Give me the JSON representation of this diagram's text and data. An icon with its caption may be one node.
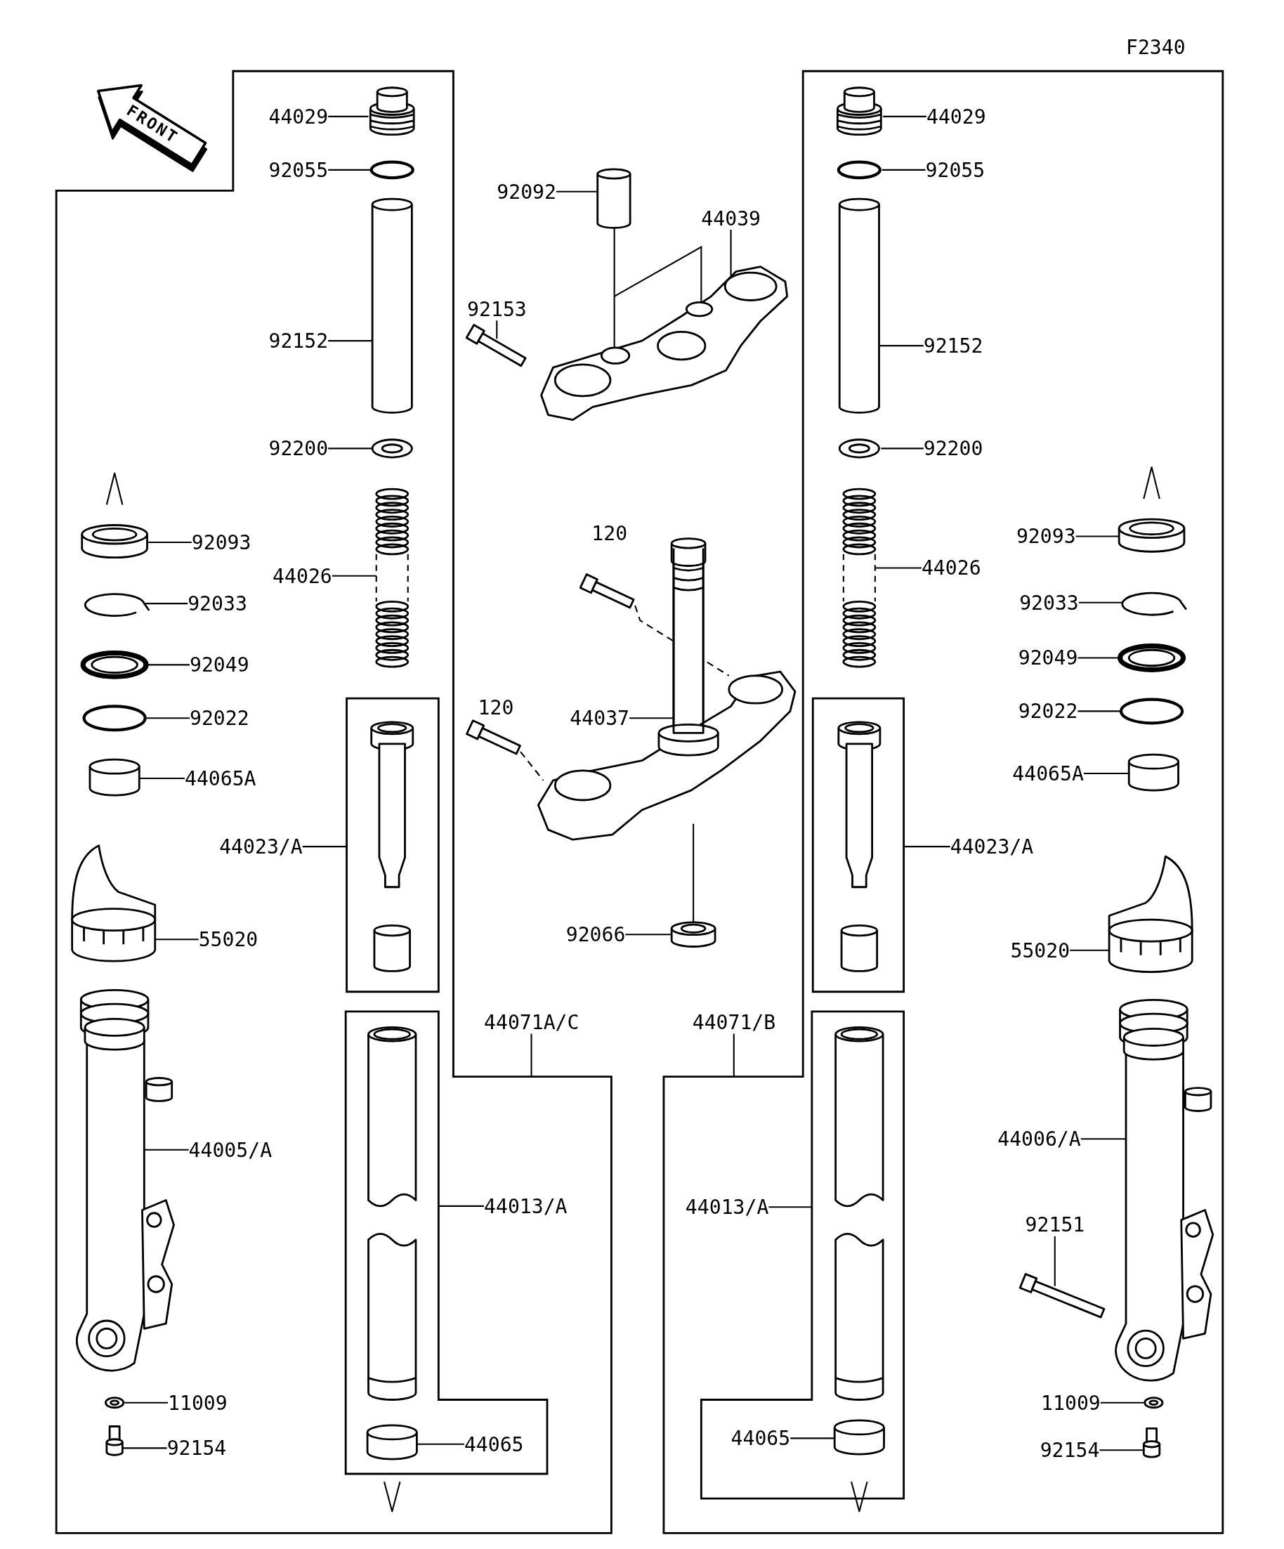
{
  "diagram": {
    "nodes": [
      {
        "text": [],
        "shape": "box"
      },
      {
        "text": [],
        "shape": "box"
      },
      {
        "text": [],
        "shape": "box",
        "in": 0
      },
      {
        "text": [],
        "shape": "box",
        "in": 0
      },
      {
        "text": [],
        "shape": "box",
        "in": 1
      },
      {
        "text": [],
        "shape": "box",
        "in": 1
      },
      {
        "text": [
          "44029"
        ],
        "in": 0
      },
      {
        "text": [
          "92055"
        ],
        "in": 0
      },
      {
        "text": [
          "92092"
        ]
      },
      {
        "text": [
          "44039"
        ]
      },
      {
        "text": [
          "44029"
        ],
        "in": 1
      },
      {
        "text": [
          "92055"
        ],
        "in": 1
      },
      {
        "text": [
          "92153"
        ]
      },
      {
        "text": [
          "92152"
        ],
        "in": 0
      },
      {
        "text": [
          "92152"
        ],
        "in": 1
      },
      {
        "text": [
          "92200"
        ],
        "in": 0
      },
      {
        "text": [
          "92200"
        ],
        "in": 1
      },
      {
        "text": [
          "92093"
        ],
        "in": 0
      },
      {
        "text": [
          "92093"
        ],
        "in": 1
      },
      {
        "text": [
          "44026"
        ],
        "in": 0
      },
      {
        "text": [
          "44026"
        ],
        "in": 1
      },
      {
        "text": [
          "92033"
        ],
        "in": 0
      },
      {
        "text": [
          "92033"
        ],
        "in": 1
      },
      {
        "text": [
          "92049"
        ],
        "in": 0
      },
      {
        "text": [
          "92049"
        ],
        "in": 1
      },
      {
        "text": [
          "92022"
        ],
        "in": 0
      },
      {
        "text": [
          "92022"
        ],
        "in": 1
      },
      {
        "text": [
          "44037"
        ]
      },
      {
        "text": [
          "44065A"
        ],
        "in": 0
      },
      {
        "text": [
          "44065A"
        ],
        "in": 1
      },
      {
        "text": [
          "44023/A"
        ],
        "in": 0
      },
      {
        "text": [
          "44023/A"
        ],
        "in": 1
      },
      {
        "text": [
          "92066"
        ]
      },
      {
        "text": [
          "55020"
        ],
        "in": 0
      },
      {
        "text": [
          "55020"
        ],
        "in": 1
      },
      {
        "text": [
          "44071A/C"
        ]
      },
      {
        "text": [
          "44071/B"
        ]
      },
      {
        "text": [
          "44006/A"
        ],
        "in": 1
      },
      {
        "text": [
          "44005/A"
        ],
        "in": 0
      },
      {
        "text": [
          "44013/A"
        ],
        "in": 0
      },
      {
        "text": [
          "44013/A"
        ],
        "in": 1
      },
      {
        "text": [
          "92151"
        ],
        "in": 1
      },
      {
        "text": [
          "11009"
        ],
        "in": 0
      },
      {
        "text": [
          "11009"
        ],
        "in": 1
      },
      {
        "text": [
          "44065"
        ],
        "in": 5
      },
      {
        "text": [
          "44065"
        ],
        "in": 3
      },
      {
        "text": [
          "92154"
        ],
        "in": 0
      },
      {
        "text": [
          "92154"
        ],
        "in": 1
      },
      {
        "text": [],
        "shape": "picture",
        "in": 0
      },
      {
        "text": [],
        "shape": "circle",
        "in": 0
      },
      {
        "text": [],
        "shape": "cylinder",
        "in": 0
      },
      {
        "text": [],
        "shape": "picture",
        "in": 0
      },
      {
        "text": [],
        "shape": "picture",
        "in": 0
      },
      {
        "text": [],
        "shape": "picture",
        "in": 0
      },
      {
        "text": [],
        "shape": "picture",
        "in": 0
      },
      {
        "text": [],
        "shape": "picture",
        "in": 0
      },
      {
        "text": [],
        "shape": "circle",
        "in": 0
      },
      {
        "text": [],
        "shape": "cylinder",
        "in": 0
      },
      {
        "text": [],
        "shape": "picture",
        "in": 0
      },
      {
        "text": [],
        "shape": "picture",
        "in": 0
      },
      {
        "text": [],
        "shape": "picture",
        "in": 0
      },
      {
        "text": [],
        "shape": "picture",
        "in": 0
      },
      {
        "text": [],
        "shape": "cylinder",
        "in": 3
      },
      {
        "text": [],
        "shape": "picture",
        "in": 1
      },
      {
        "text": [],
        "shape": "circle",
        "in": 1
      },
      {
        "text": [],
        "shape": "cylinder",
        "in": 1
      },
      {
        "text": [],
        "shape": "picture",
        "in": 1
      },
      {
        "text": [],
        "shape": "picture",
        "in": 1
      },
      {
        "text": [],
        "shape": "cylinder",
        "in": 1
      },
      {
        "text": [],
        "shape": "picture",
        "in": 1
      },
      {
        "text": [],
        "shape": "picture",
        "in": 1
      },
      {
        "text": [],
        "shape": "circle",
        "in": 1
      },
      {
        "text": [],
        "shape": "cylinder",
        "in": 1
      },
      {
        "text": [],
        "shape": "picture",
        "in": 1
      },
      {
        "text": [],
        "shape": "picture",
        "in": 1
      },
      {
        "text": [],
        "shape": "picture",
        "in": 1
      },
      {
        "text": [],
        "shape": "picture",
        "in": 1
      },
      {
        "text": [],
        "shape": "cylinder",
        "in": 5
      },
      {
        "text": [],
        "shape": "bar",
        "in": 1
      },
      {
        "text": [],
        "shape": "cylinder"
      },
      {
        "text": [],
        "shape": "picture"
      },
      {
        "text": [],
        "shape": "picture"
      },
      {
        "text": [],
        "shape": "picture"
      },
      {
        "text": [],
        "shape": "picture"
      },
      {
        "text": [],
        "shape": "picture"
      },
      {
        "text": [],
        "shape": "cylinder"
      }
    ],
    "edges": [
      {
        "from": 6,
        "to": 48,
        "arrow": "none"
      },
      {
        "from": 7,
        "to": 49,
        "arrow": "none"
      },
      {
        "from": 8,
        "to": 79,
        "arrow": "none"
      },
      {
        "from": 9,
        "to": 80,
        "arrow": "none"
      },
      {
        "from": 10,
        "to": 63,
        "arrow": "none"
      },
      {
        "from": 11,
        "to": 64,
        "arrow": "none"
      },
      {
        "from": 12,
        "to": 81,
        "arrow": "none"
      },
      {
        "from": 13,
        "to": 50,
        "arrow": "none"
      },
      {
        "from": 14,
        "to": 65,
        "arrow": "none"
      },
      {
        "from": 15,
        "to": 51,
        "arrow": "none"
      },
      {
        "from": 16,
        "to": 66,
        "arrow": "none"
      },
      {
        "from": 17,
        "to": 53,
        "arrow": "none"
      },
      {
        "from": 18,
        "to": 68,
        "arrow": "none"
      },
      {
        "from": 19,
        "to": 52,
        "arrow": "none"
      },
      {
        "from": 20,
        "to": 67,
        "arrow": "none"
      },
      {
        "from": 21,
        "to": 54,
        "arrow": "none"
      },
      {
        "from": 22,
        "to": 69,
        "arrow": "none"
      },
      {
        "from": 23,
        "to": 55,
        "arrow": "none"
      },
      {
        "from": 24,
        "to": 70,
        "arrow": "none"
      },
      {
        "from": 25,
        "to": 56,
        "arrow": "none"
      },
      {
        "from": 26,
        "to": 71,
        "arrow": "none"
      },
      {
        "from": 27,
        "to": 84,
        "arrow": "none"
      },
      {
        "from": 28,
        "to": 57,
        "arrow": "none"
      },
      {
        "from": 29,
        "to": 72,
        "arrow": "none"
      },
      {
        "from": 30,
        "to": 2,
        "arrow": "none"
      },
      {
        "from": 31,
        "to": 4,
        "arrow": "none"
      },
      {
        "from": 32,
        "to": 85,
        "arrow": "none"
      },
      {
        "from": 33,
        "to": 58,
        "arrow": "none"
      },
      {
        "from": 34,
        "to": 73,
        "arrow": "none"
      },
      {
        "from": 35,
        "to": 0,
        "arrow": "none"
      },
      {
        "from": 36,
        "to": 1,
        "arrow": "none"
      },
      {
        "from": 37,
        "to": 74,
        "arrow": "none"
      },
      {
        "from": 38,
        "to": 59,
        "arrow": "none"
      },
      {
        "from": 39,
        "to": 3,
        "arrow": "none"
      },
      {
        "from": 40,
        "to": 5,
        "arrow": "none"
      },
      {
        "from": 41,
        "to": 78,
        "arrow": "none"
      },
      {
        "from": 42,
        "to": 60,
        "arrow": "none"
      },
      {
        "from": 43,
        "to": 75,
        "arrow": "none"
      },
      {
        "from": 44,
        "to": 77,
        "arrow": "none"
      },
      {
        "from": 45,
        "to": 62,
        "arrow": "none"
      },
      {
        "from": 46,
        "to": 61,
        "arrow": "none"
      },
      {
        "from": 47,
        "to": 76,
        "arrow": "none"
      },
      {
        "from": 79,
        "to": 80,
        "arrow": "none"
      },
      {
        "from": 82,
        "to": 84,
        "arrow": "none",
        "style": "dashed"
      },
      {
        "from": 83,
        "to": 84,
        "arrow": "none",
        "style": "dashed"
      },
      {
        "from": 84,
        "to": 85,
        "arrow": "none"
      }
    ],
    "labels": [
      "F2340",
      "FRONT",
      "120",
      "120"
    ]
  }
}
